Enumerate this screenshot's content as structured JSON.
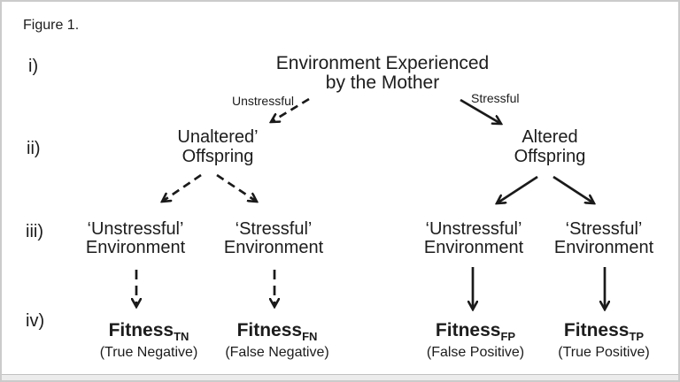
{
  "figure_label": "Figure 1.",
  "ink_color": "#1a1a1a",
  "row_labels": [
    "i)",
    "ii)",
    "iii)",
    "iv)"
  ],
  "root_node": {
    "line1": "Environment Experienced",
    "line2": "by the Mother"
  },
  "branch_labels": {
    "left": "Unstressful",
    "right": "Stressful"
  },
  "level2": [
    {
      "line1": "Unaltered’",
      "line2": "Offspring"
    },
    {
      "line1": "Altered",
      "line2": "Offspring"
    }
  ],
  "level3": [
    {
      "line1": "‘Unstressful’",
      "line2": "Environment"
    },
    {
      "line1": "‘Stressful’",
      "line2": "Environment"
    },
    {
      "line1": "‘Unstressful’",
      "line2": "Environment"
    },
    {
      "line1": "‘Stressful’",
      "line2": "Environment"
    }
  ],
  "level4": [
    {
      "base": "Fitness",
      "sub": "TN",
      "caption": "(True Negative)"
    },
    {
      "base": "Fitness",
      "sub": "FN",
      "caption": "(False Negative)"
    },
    {
      "base": "Fitness",
      "sub": "FP",
      "caption": "(False Positive)"
    },
    {
      "base": "Fitness",
      "sub": "TP",
      "caption": "(True Positive)"
    }
  ]
}
